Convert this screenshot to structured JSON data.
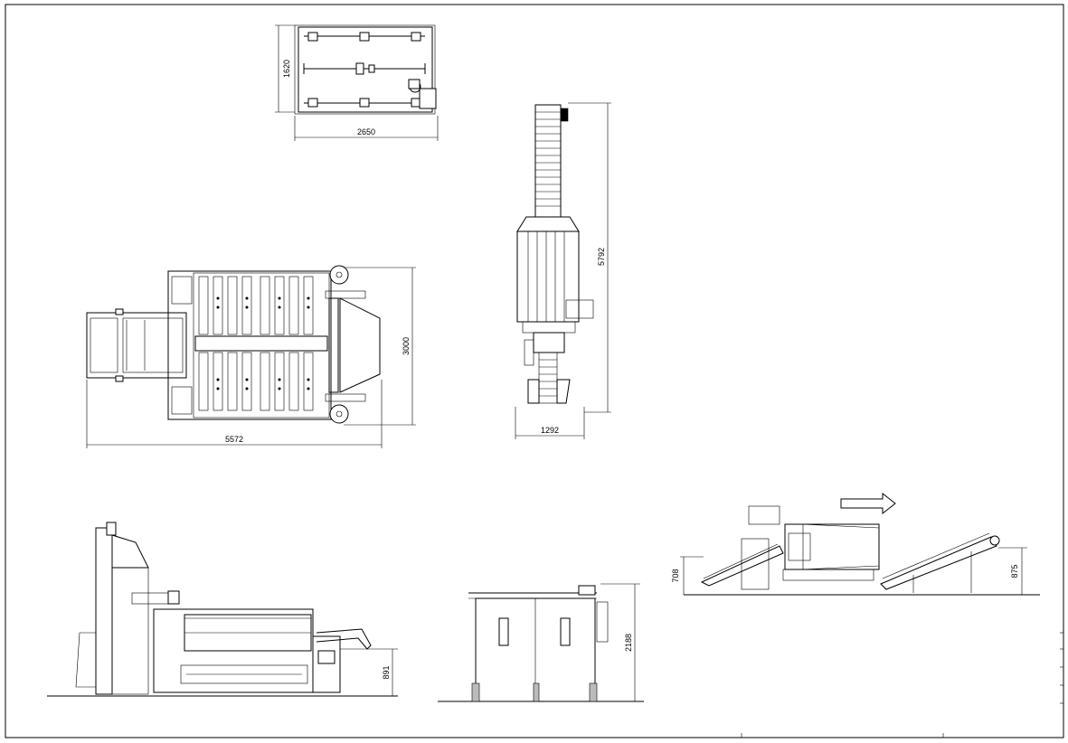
{
  "dimensions": {
    "top_view_width": "2650",
    "top_view_height": "1620",
    "plan_length": "5572",
    "plan_width": "3000",
    "conveyor_width": "1292",
    "conveyor_length": "5792",
    "side_height": "891",
    "end_height": "2188",
    "incline_left_height": "708",
    "incline_right_height": "875"
  },
  "icons": {
    "flow_direction": "arrow-right-icon"
  }
}
